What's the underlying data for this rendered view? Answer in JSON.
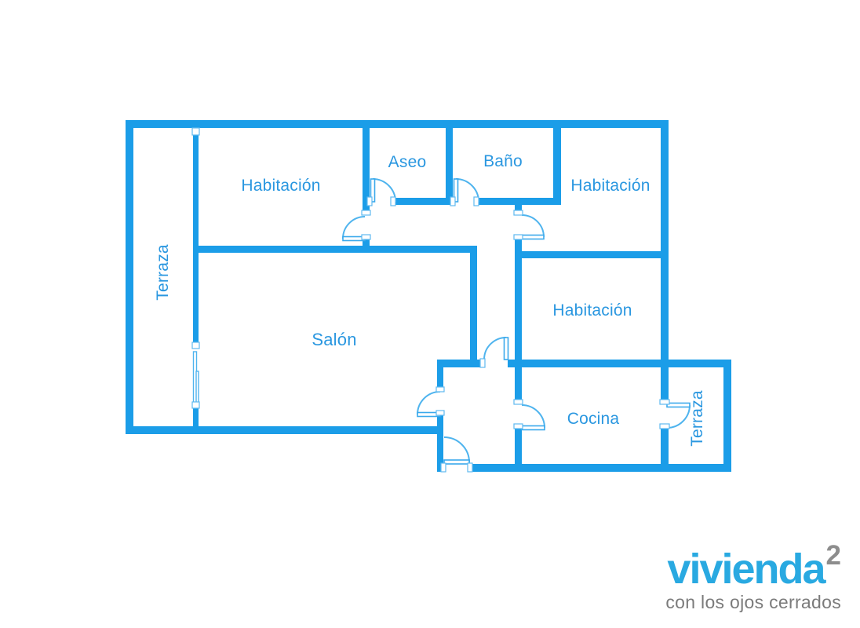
{
  "page": {
    "background": "#ffffff",
    "type": "floor-plan"
  },
  "plan": {
    "wall_color": "#1b9de8",
    "door_color": "#4fb4ee",
    "label_color": "#2a97e0",
    "rooms": [
      {
        "name": "terraza-left",
        "label": "Terraza",
        "orientation": "vertical"
      },
      {
        "name": "habitacion-top-left",
        "label": "Habitación",
        "orientation": "horizontal"
      },
      {
        "name": "aseo",
        "label": "Aseo",
        "orientation": "horizontal"
      },
      {
        "name": "bano",
        "label": "Baño",
        "orientation": "horizontal"
      },
      {
        "name": "habitacion-top-right",
        "label": "Habitación",
        "orientation": "horizontal"
      },
      {
        "name": "salon",
        "label": "Salón",
        "orientation": "horizontal"
      },
      {
        "name": "habitacion-right",
        "label": "Habitación",
        "orientation": "horizontal"
      },
      {
        "name": "cocina",
        "label": "Cocina",
        "orientation": "horizontal"
      },
      {
        "name": "terraza-bottom-right",
        "label": "Terraza",
        "orientation": "vertical"
      }
    ]
  },
  "logo": {
    "brand": "vivienda",
    "superscript": "2",
    "tagline": "con los ojos cerrados",
    "brand_color": "#29a9e1",
    "superscript_color": "#8d8d8d",
    "tagline_color": "#7b7b7b"
  }
}
